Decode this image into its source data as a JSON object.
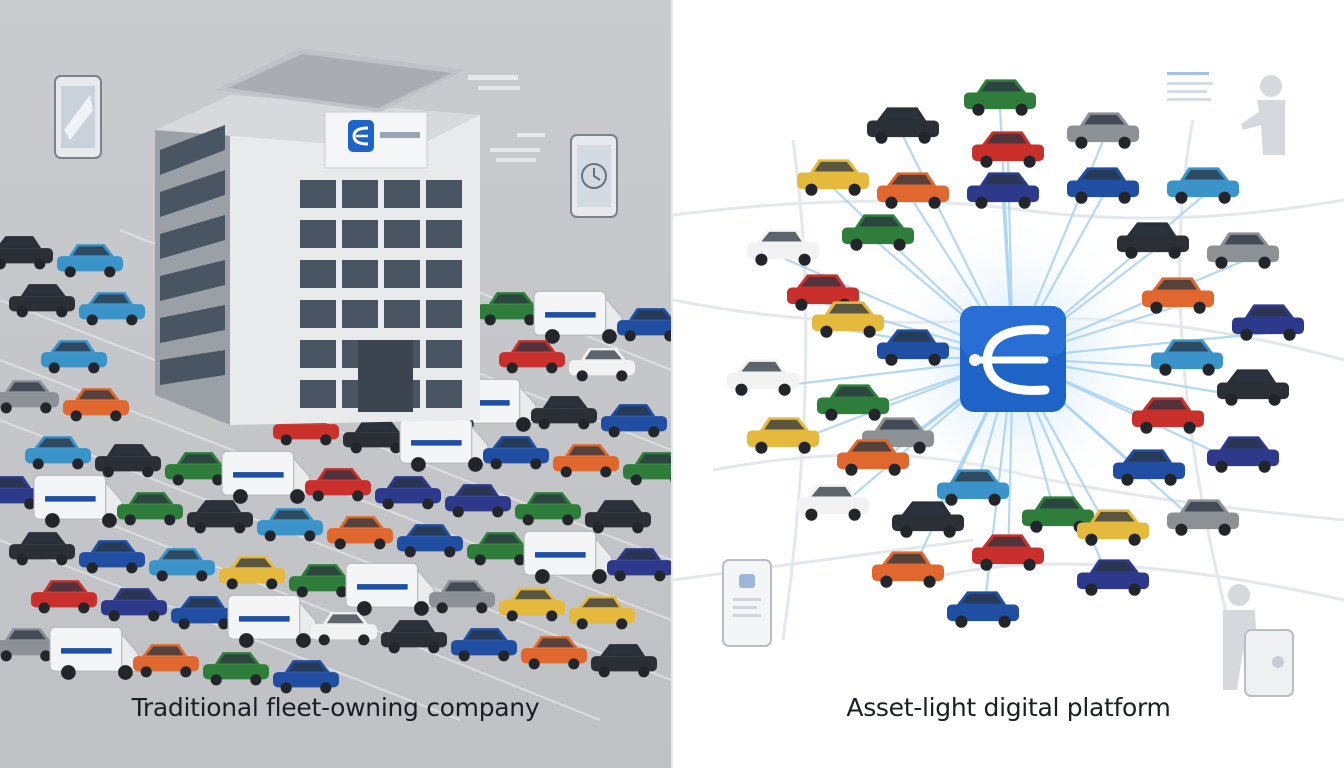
{
  "left": {
    "caption": "Traditional fleet-owning company",
    "building_icon": "office-building-icon",
    "logo_icon": "company-logo-icon",
    "phone_icon": "smartphone-icon",
    "clock_phone_icon": "smartphone-clock-icon",
    "colors": {
      "background": "#c4c6c9",
      "van_stripe": "#1f4ea3"
    }
  },
  "right": {
    "caption": "Asset-light digital platform",
    "hub_icon": "platform-app-icon",
    "phone_icon": "smartphone-app-icon",
    "person_icon": "person-icon",
    "person_phone_icon": "person-with-phone-icon",
    "map_icon": "city-map-background",
    "colors": {
      "hub": "#1e63c6",
      "connector": "#a8d2f2"
    }
  },
  "car_palette": [
    "#c9302c",
    "#2f7d3a",
    "#1f4ea3",
    "#e5b93c",
    "#2b2f36",
    "#3a93c9",
    "#e0672e",
    "#8c9196",
    "#f2f2f2",
    "#2d3a8c"
  ]
}
